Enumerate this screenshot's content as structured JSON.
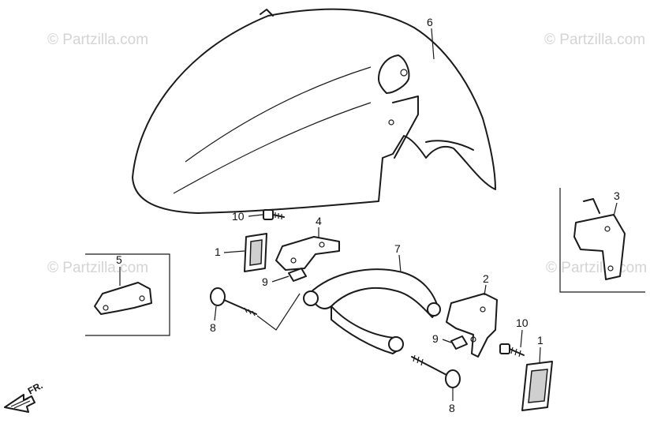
{
  "watermark": "© Partzilla.com",
  "direction_label": "FR.",
  "callouts": {
    "c6": "6",
    "c10a": "10",
    "c4": "4",
    "c1a": "1",
    "c9a": "9",
    "c7": "7",
    "c5": "5",
    "c3": "3",
    "c8a": "8",
    "c2": "2",
    "c9b": "9",
    "c10b": "10",
    "c1b": "1",
    "c8b": "8"
  }
}
